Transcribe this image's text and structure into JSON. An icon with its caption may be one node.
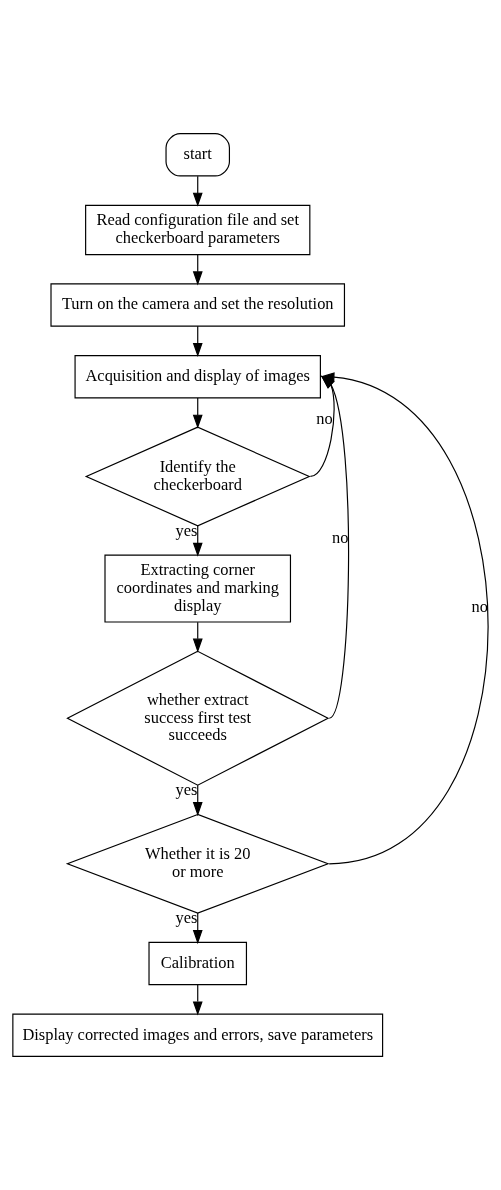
{
  "diagram": {
    "nodes": [
      {
        "text": [
          "start"
        ]
      },
      {
        "text": [
          "Read configuration file and set checkerboard parameters"
        ]
      },
      {
        "text": [
          "Turn on the camera and set the resolution"
        ]
      },
      {
        "text": [
          "Acquisition and display of images"
        ]
      },
      {
        "text": [
          "Identify the checkerboard"
        ]
      },
      {
        "text": [
          "Extracting corner coordinates and marking display"
        ]
      },
      {
        "text": [
          "whether extract success first test succeeds"
        ]
      },
      {
        "text": [
          "Whether it is 20 or more"
        ]
      },
      {
        "text": [
          "Calibration"
        ]
      },
      {
        "text": [
          "Display corrected images and errors, save parameters"
        ]
      }
    ],
    "edges": [
      {
        "from": 0,
        "to": 1,
        "arrow": "to"
      },
      {
        "from": 1,
        "to": 2,
        "arrow": "to"
      },
      {
        "from": 2,
        "to": 3,
        "arrow": "to"
      },
      {
        "from": 3,
        "to": 4,
        "arrow": "to"
      },
      {
        "from": 4,
        "to": 5,
        "arrow": "to",
        "label": "yes"
      },
      {
        "from": 5,
        "to": 6,
        "arrow": "to"
      },
      {
        "from": 6,
        "to": 7,
        "arrow": "to",
        "label": "yes"
      },
      {
        "from": 7,
        "to": 8,
        "arrow": "to",
        "label": "yes"
      },
      {
        "from": 8,
        "to": 9,
        "arrow": "to"
      },
      {
        "from": 4,
        "to": 3,
        "arrow": "to",
        "label": "no"
      },
      {
        "from": 6,
        "to": 3,
        "arrow": "to",
        "label": "no"
      },
      {
        "from": 7,
        "to": 3,
        "arrow": "to",
        "label": "no"
      }
    ]
  }
}
